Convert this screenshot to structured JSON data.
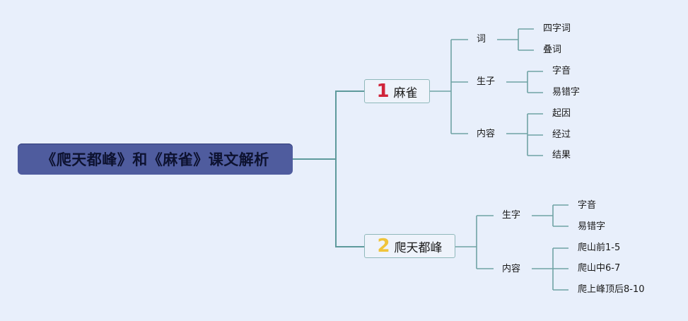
{
  "root": {
    "title": "《爬天都峰》和《麻雀》课文解析"
  },
  "branches": [
    {
      "number": "1",
      "label": "麻雀",
      "children": [
        {
          "label": "词",
          "children": [
            "四字词",
            "叠词"
          ]
        },
        {
          "label": "生子",
          "children": [
            "字音",
            "易错字"
          ]
        },
        {
          "label": "内容",
          "children": [
            "起因",
            "经过",
            "结果"
          ]
        }
      ]
    },
    {
      "number": "2",
      "label": "爬天都峰",
      "children": [
        {
          "label": "生字",
          "children": [
            "字音",
            "易错字"
          ]
        },
        {
          "label": "内容",
          "children": [
            "爬山前1-5",
            "爬山中6-7",
            "爬上峰顶后8-10"
          ]
        }
      ]
    }
  ],
  "colors": {
    "background": "#e8effb",
    "root_fill": "#4f5c9e",
    "connector": "#6fa3a5",
    "number_1": "#d0243a",
    "number_2": "#f0c43a"
  }
}
